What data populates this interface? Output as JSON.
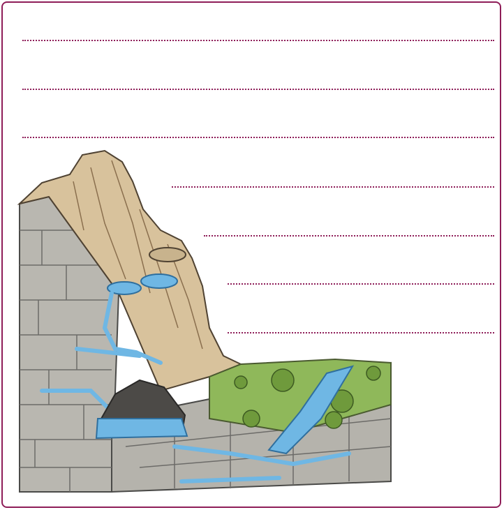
{
  "frame": {
    "border_color": "#8e1d58"
  },
  "answer_lines": [
    {
      "id": 1,
      "value": ""
    },
    {
      "id": 2,
      "value": ""
    },
    {
      "id": 3,
      "value": ""
    },
    {
      "id": 4,
      "value": ""
    },
    {
      "id": 5,
      "value": ""
    },
    {
      "id": 6,
      "value": ""
    },
    {
      "id": 7,
      "value": ""
    }
  ],
  "diagram": {
    "subject": "limestone-karst-cross-section",
    "colors": {
      "limestone": "#b9b7b0",
      "mountain": "#d8c29c",
      "water": "#6fb7e4",
      "grass": "#8fb85a",
      "cave": "#4c4a47"
    }
  }
}
